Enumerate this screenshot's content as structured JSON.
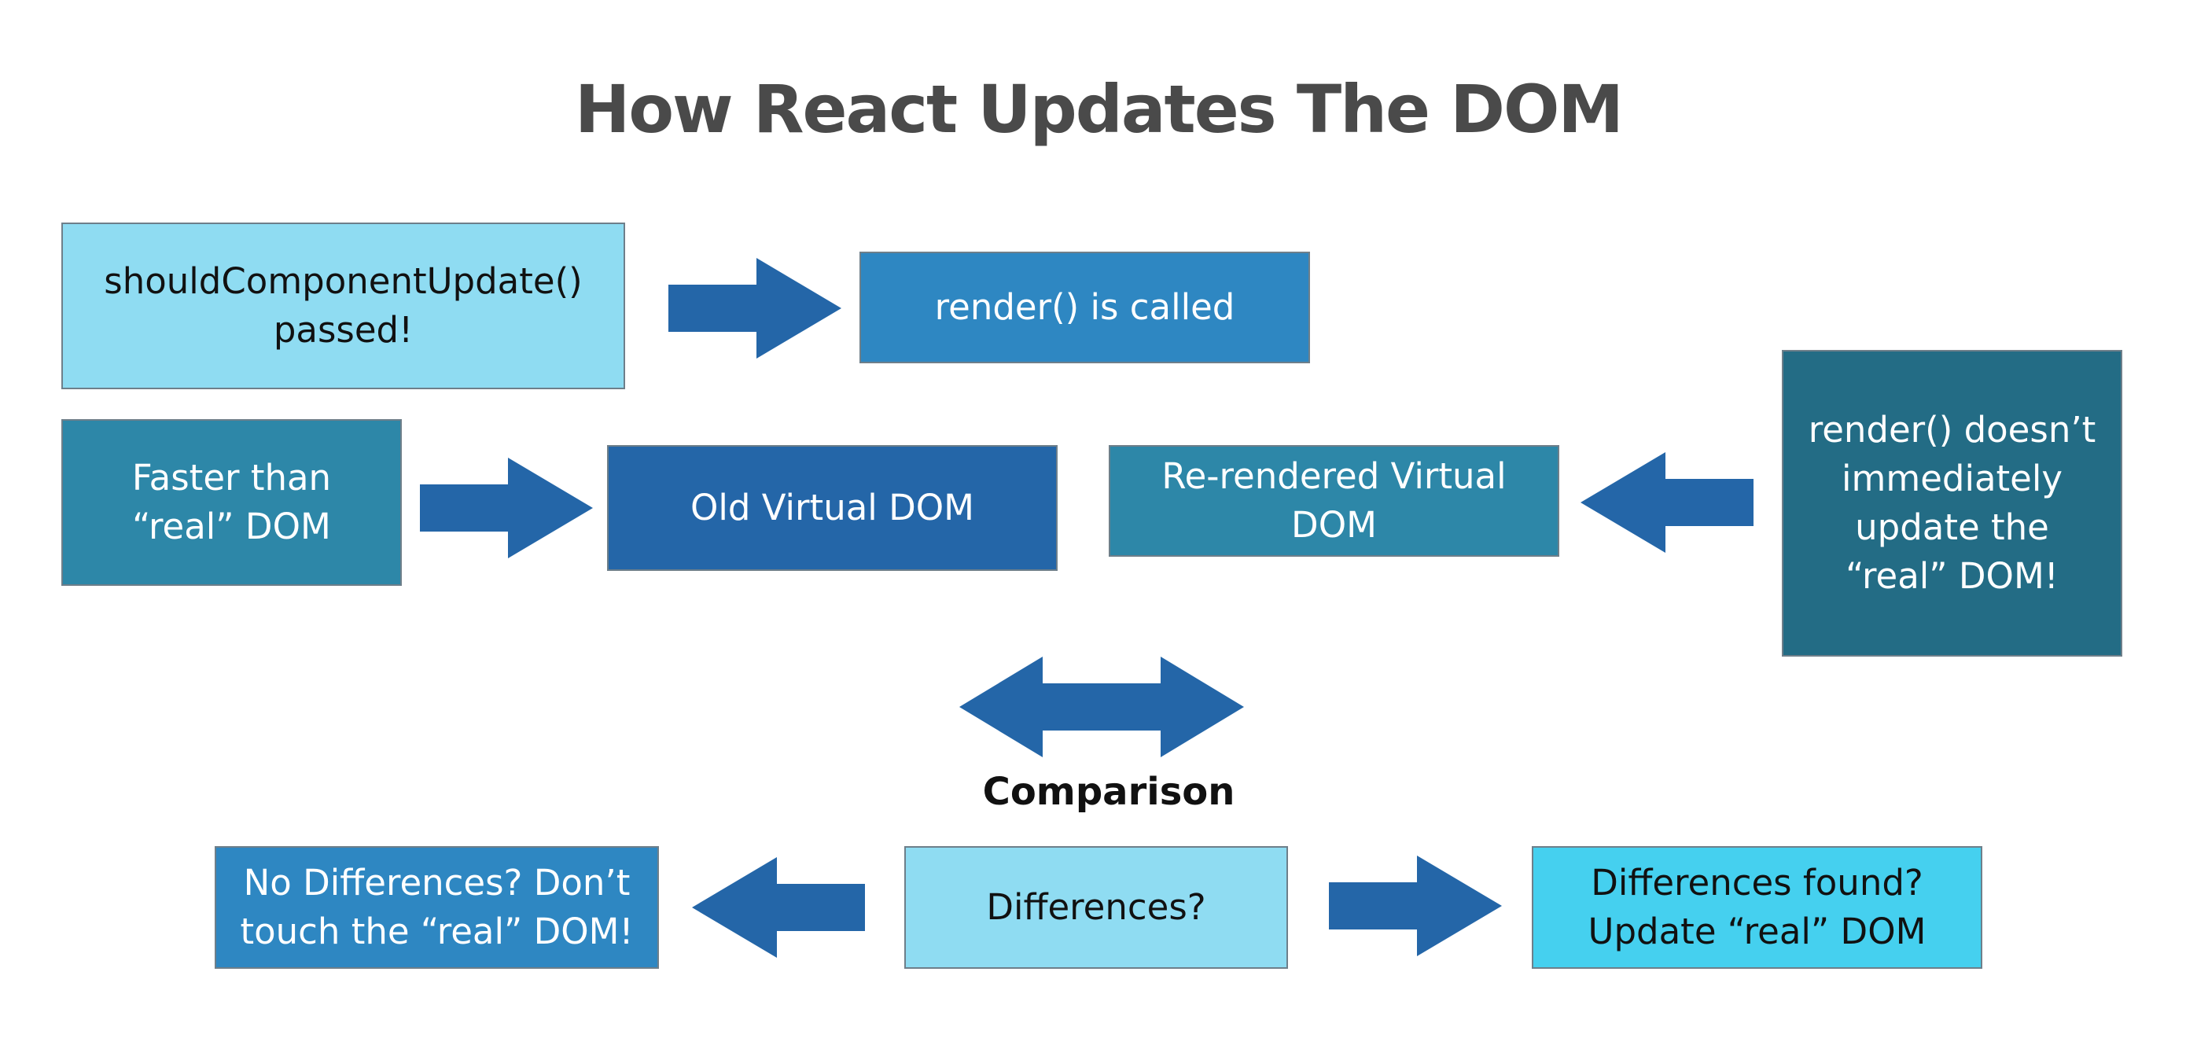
{
  "title": "How React Updates The DOM",
  "nodes": {
    "should_update": "shouldComponentUpdate() passed!",
    "render_called": "render() is called",
    "faster": "Faster than “real” DOM",
    "old_virtual": "Old Virtual DOM",
    "rerendered_virtual": "Re-rendered Virtual DOM",
    "render_note": "render() doesn’t immediately update the “real” DOM!",
    "no_differences": "No Differences? Don’t touch the “real” DOM!",
    "differences": "Differences?",
    "differences_found": "Differences found? Update “real” DOM"
  },
  "comparison_label": "Comparison",
  "colors": {
    "title": "#4a4a4a",
    "light_blue": "#8fdcf2",
    "mid_blue": "#2e87c2",
    "dark_blue": "#2466a8",
    "teal": "#2d87a8",
    "deep_teal": "#236c85",
    "cyan": "#45d0ef",
    "arrow": "#2466a8"
  }
}
